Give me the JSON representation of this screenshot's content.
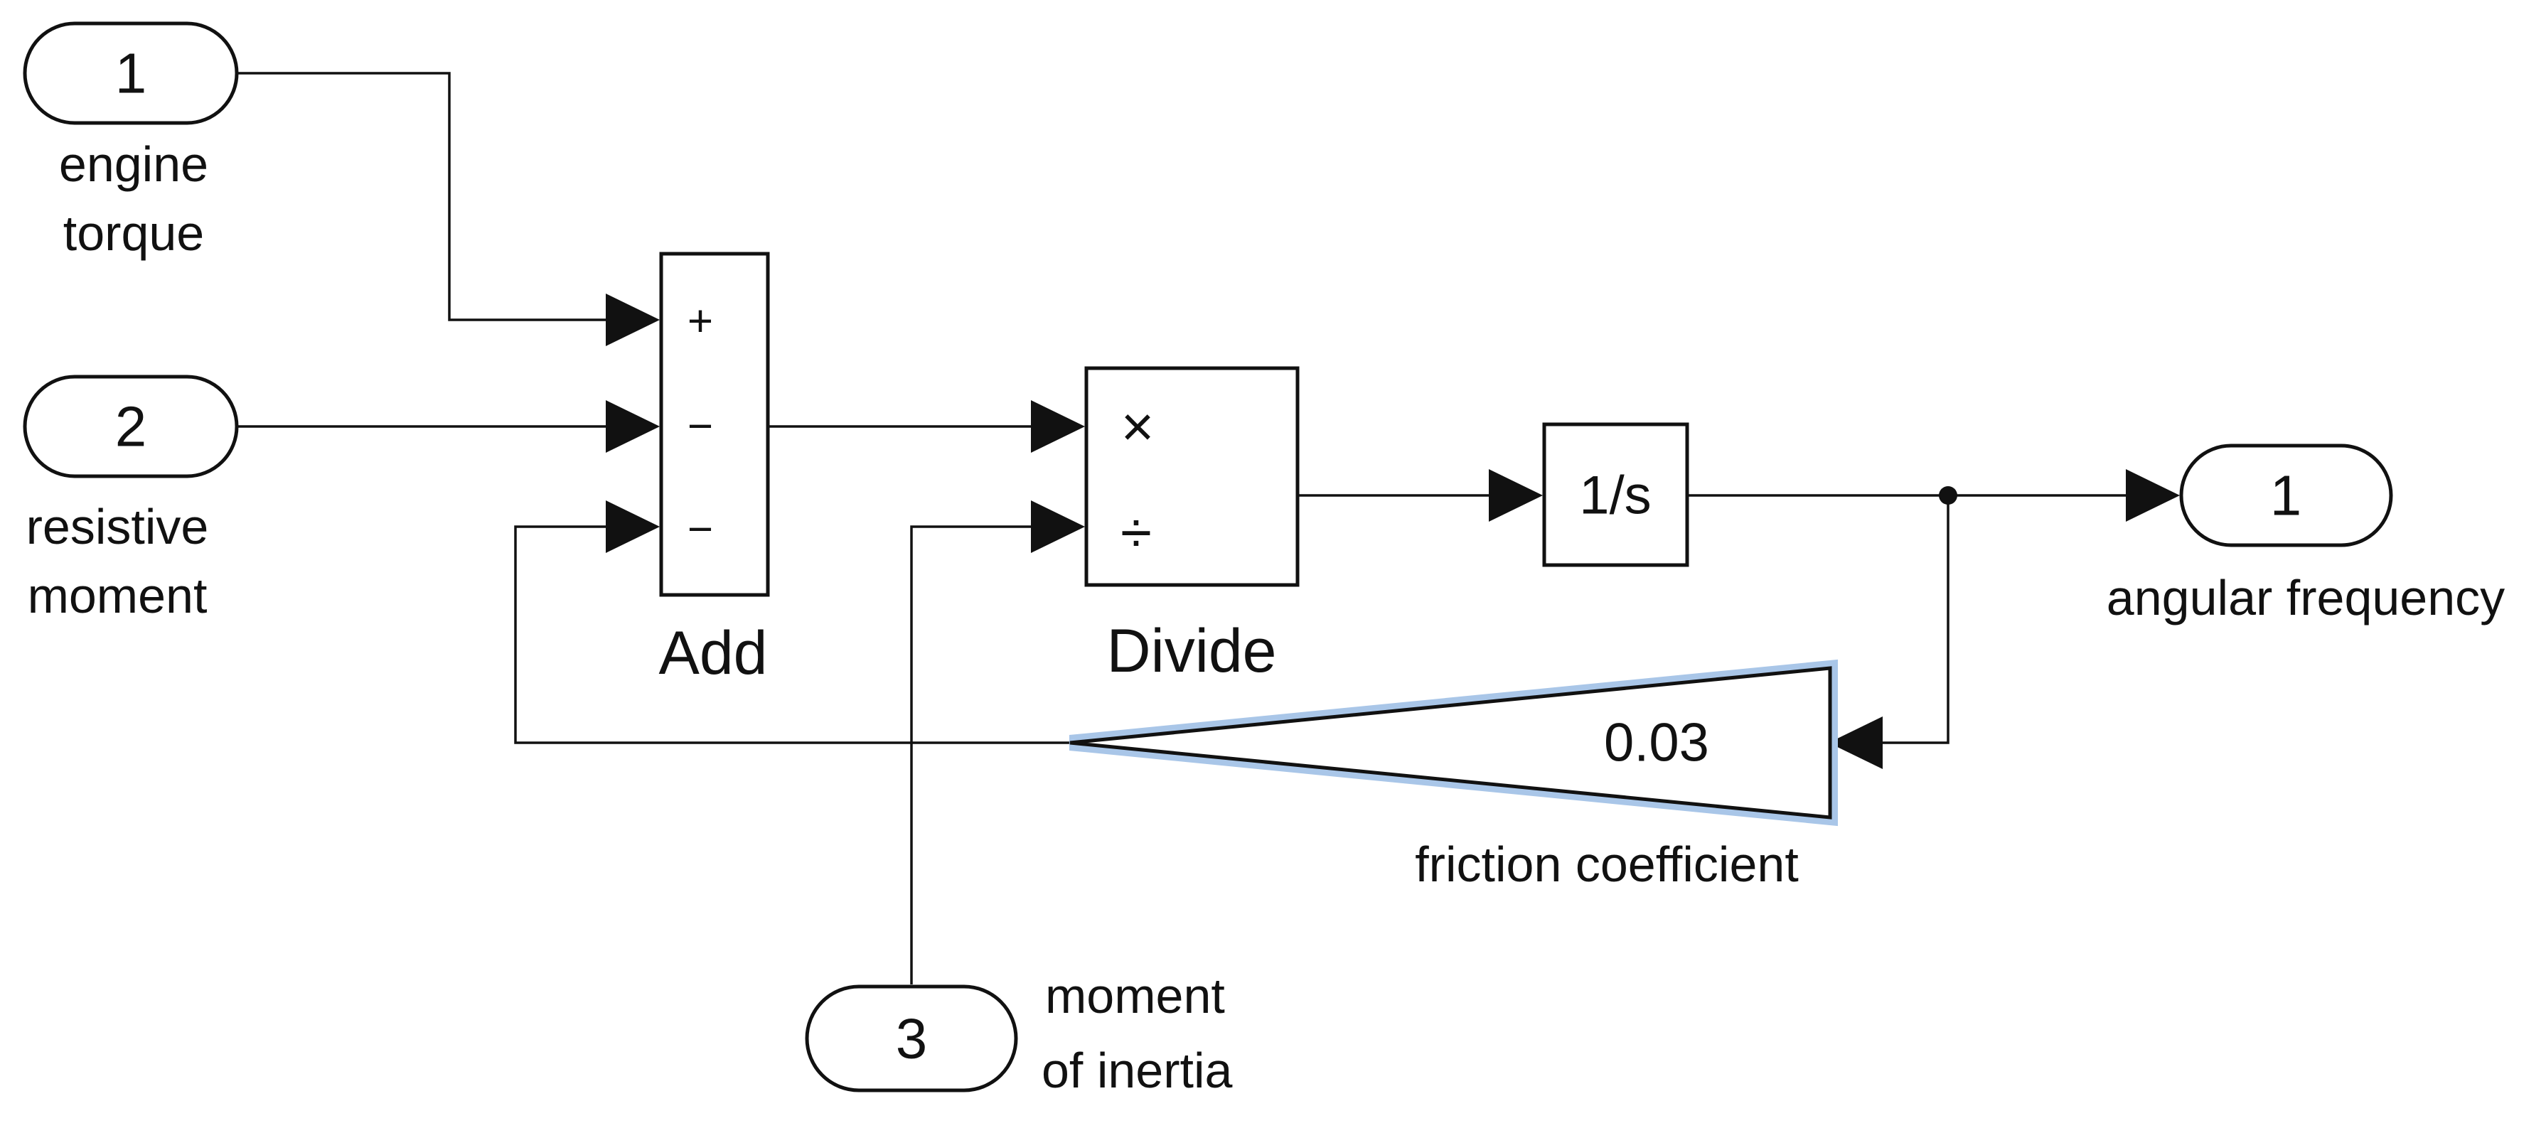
{
  "inports": [
    {
      "number": "1",
      "label_lines": [
        "engine",
        "torque"
      ]
    },
    {
      "number": "2",
      "label_lines": [
        "resistive",
        "moment"
      ]
    },
    {
      "number": "3",
      "label_lines": [
        "moment",
        "of inertia"
      ]
    }
  ],
  "outport": {
    "number": "1",
    "label": "angular frequency"
  },
  "add_block": {
    "name": "Add",
    "signs": [
      "+",
      "−",
      "−"
    ]
  },
  "divide_block": {
    "name": "Divide",
    "ops": [
      "×",
      "÷"
    ]
  },
  "integrator_block": {
    "text": "1/s"
  },
  "gain_block": {
    "value": "0.03",
    "label": "friction coefficient",
    "highlight_color": "#a9c6e8"
  }
}
